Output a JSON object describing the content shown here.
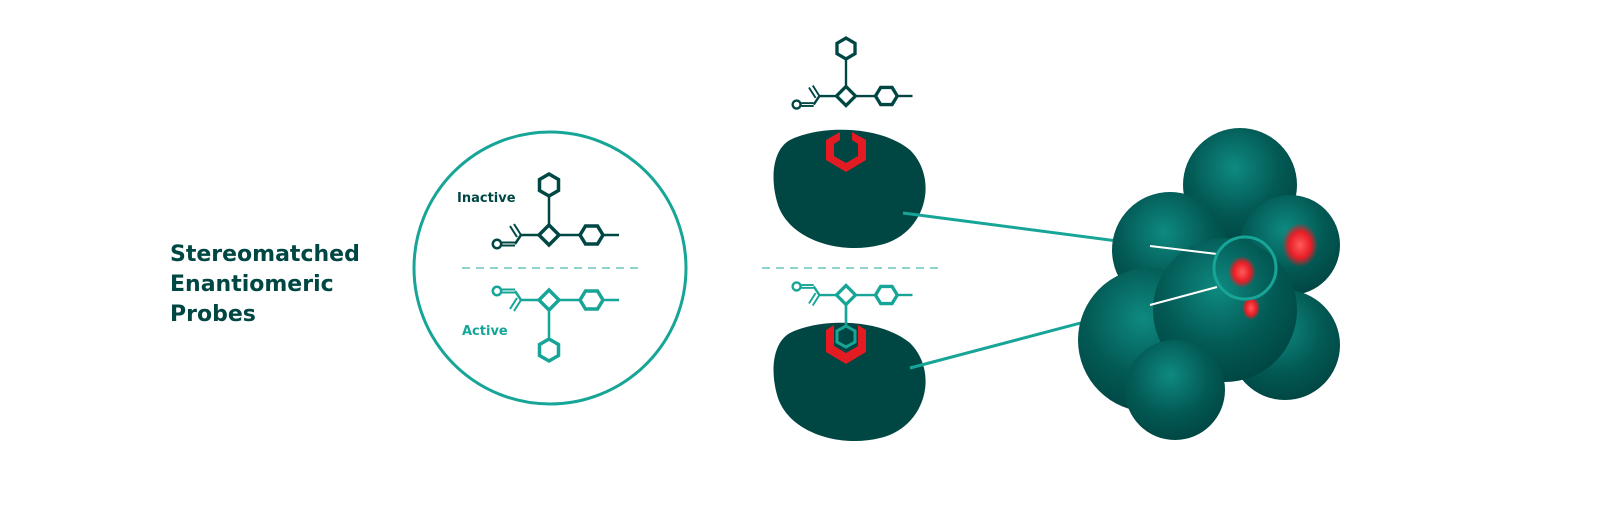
{
  "title_lines": [
    "Stereomatched",
    "Enantiomeric",
    "Probes"
  ],
  "labels": {
    "inactive": "Inactive",
    "active": "Active"
  },
  "colors": {
    "dark": "#004744",
    "teal": "#17a597",
    "red": "#e31b23",
    "light_teal": "#8fd3cc"
  }
}
